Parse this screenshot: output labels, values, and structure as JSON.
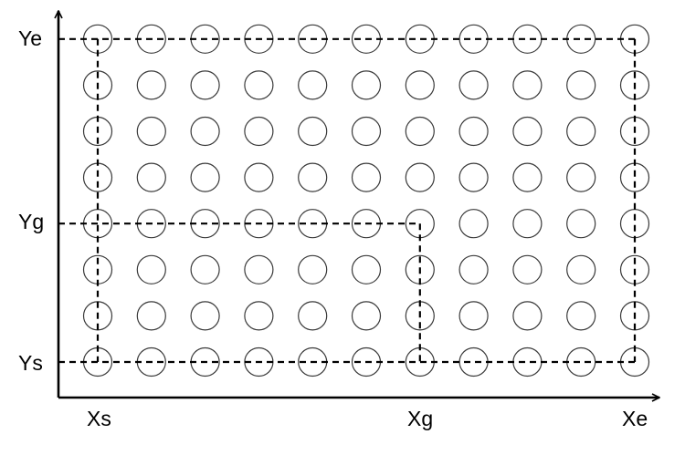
{
  "labels": {
    "y_start": "Ys",
    "y_goal": "Yg",
    "y_end": "Ye",
    "x_start": "Xs",
    "x_goal": "Xg",
    "x_end": "Xe"
  },
  "grid": {
    "columns": 11,
    "rows": 8
  },
  "goal_region": {
    "columns_spanned": 7,
    "rows_spanned": 4
  },
  "colors": {
    "stroke": "#000000",
    "circle_stroke": "#3a3a3a",
    "background": "#ffffff"
  }
}
